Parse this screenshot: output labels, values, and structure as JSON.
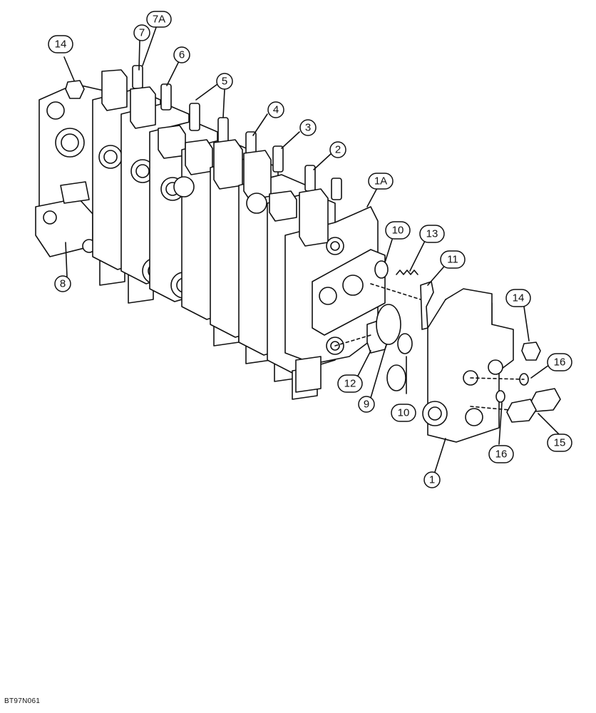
{
  "figure_code": "BT97N061",
  "callouts": [
    {
      "id": "c14a",
      "label": "14"
    },
    {
      "id": "c7a",
      "label": "7A"
    },
    {
      "id": "c7",
      "label": "7"
    },
    {
      "id": "c6",
      "label": "6"
    },
    {
      "id": "c5",
      "label": "5"
    },
    {
      "id": "c4",
      "label": "4"
    },
    {
      "id": "c3",
      "label": "3"
    },
    {
      "id": "c2",
      "label": "2"
    },
    {
      "id": "c1a",
      "label": "1A"
    },
    {
      "id": "c10a",
      "label": "10"
    },
    {
      "id": "c13",
      "label": "13"
    },
    {
      "id": "c11",
      "label": "11"
    },
    {
      "id": "c8",
      "label": "8"
    },
    {
      "id": "c14b",
      "label": "14"
    },
    {
      "id": "c16a",
      "label": "16"
    },
    {
      "id": "c12",
      "label": "12"
    },
    {
      "id": "c9",
      "label": "9"
    },
    {
      "id": "c10b",
      "label": "10"
    },
    {
      "id": "c15",
      "label": "15"
    },
    {
      "id": "c16b",
      "label": "16"
    },
    {
      "id": "c1",
      "label": "1"
    }
  ]
}
